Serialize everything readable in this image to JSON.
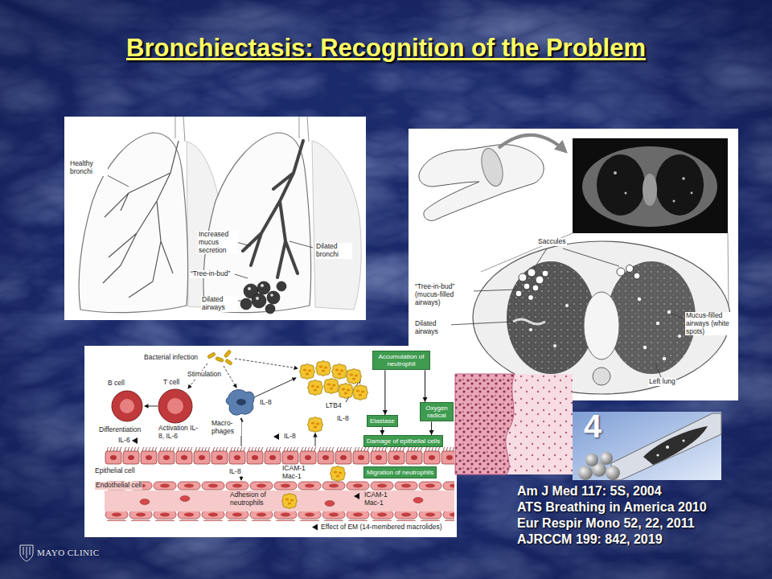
{
  "diagram": {
    "title": "Bronchiectasis: Recognition of the Problem",
    "nodes": [
      {
        "text": [
          "Accumulation of neutrophil"
        ]
      },
      {
        "text": [
          "Elastase"
        ]
      },
      {
        "text": [
          "Oxygen radical"
        ]
      },
      {
        "text": [
          "Damage of epithelial cells"
        ]
      },
      {
        "text": [
          "Migration of neutrophils"
        ]
      }
    ],
    "edges": [
      {
        "from": 0,
        "to": 1,
        "arrow": "to"
      },
      {
        "from": 0,
        "to": 2,
        "arrow": "to"
      },
      {
        "from": 1,
        "to": 3,
        "arrow": "to"
      },
      {
        "from": 2,
        "to": 3,
        "arrow": "to"
      }
    ],
    "labels": [
      "Healthy bronchi",
      "Increased mucus secretion",
      "“Tree-in-bud”",
      "Dilated bronchi",
      "Dilated airways",
      "Saccules",
      "“Tree-in-bud” (mucus-filled airways)",
      "Dilated airways",
      "Mucus-filled airways (white spots)",
      "Left lung",
      "Bacterial infection",
      "Stimulation",
      "B cell",
      "T cell",
      "Differentiation",
      "Activation IL-8, IL-6",
      "IL-6",
      "Macro- phages",
      "IL-8",
      "LTB4",
      "IL-8",
      "IL-8",
      "Epithelial cell",
      "IL-8",
      "ICAM-1 Mac-1",
      "Endothelial cell",
      "Adhesion of neutrophils",
      "ICAM-1 Mac-1",
      "4",
      "Am J Med 117: 5S, 2004",
      "ATS Breathing in America 2010",
      "Eur Respir Mono 52, 22, 2011",
      "AJRCCM 199: 842, 2019",
      "MAYO CLINIC"
    ],
    "legend": [
      {
        "text": "Effect of EM (14-membered macrolides)"
      }
    ]
  }
}
